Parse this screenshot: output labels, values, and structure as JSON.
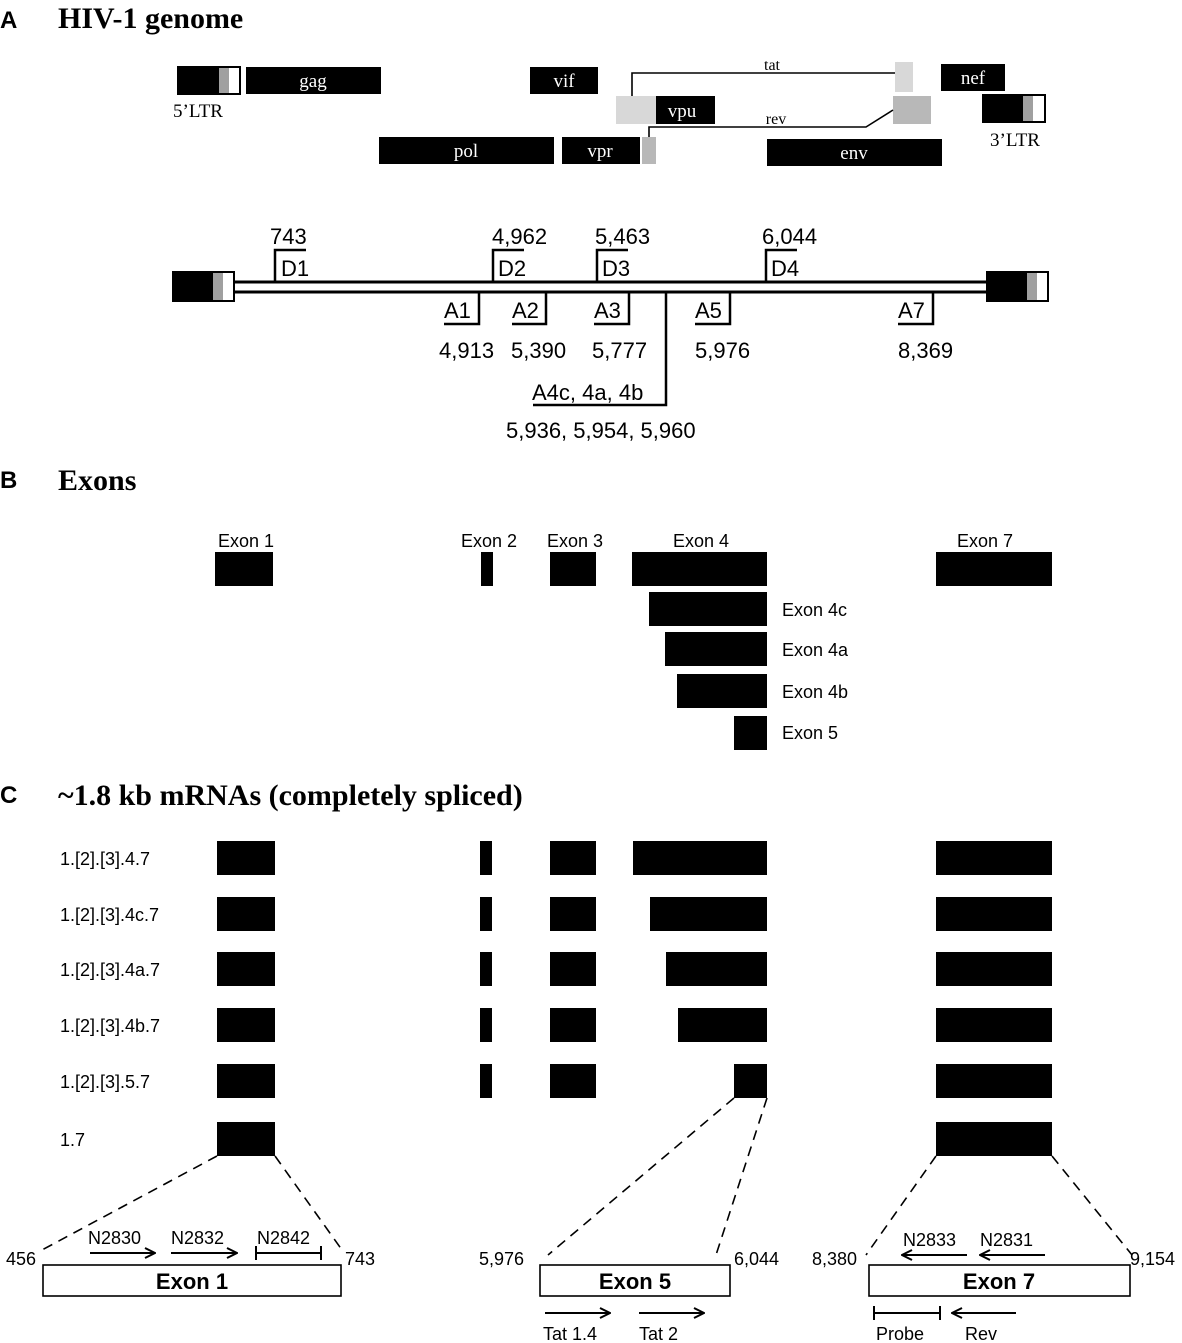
{
  "panel_a": {
    "letter": "A",
    "title": "HIV-1 genome",
    "genes": [
      "gag",
      "vif",
      "nef",
      "vpu",
      "pol",
      "vpr",
      "env"
    ],
    "ltr_5": "5’LTR",
    "ltr_3": "3’LTR",
    "tat": "tat",
    "rev": "rev",
    "donors": [
      {
        "label": "D1",
        "pos": "743"
      },
      {
        "label": "D2",
        "pos": "4,962"
      },
      {
        "label": "D3",
        "pos": "5,463"
      },
      {
        "label": "D4",
        "pos": "6,044"
      }
    ],
    "acceptors": [
      {
        "label": "A1",
        "pos": "4,913"
      },
      {
        "label": "A2",
        "pos": "5,390"
      },
      {
        "label": "A3",
        "pos": "5,777"
      },
      {
        "label": "A5",
        "pos": "5,976"
      },
      {
        "label": "A7",
        "pos": "8,369"
      }
    ],
    "a4_label": "A4c, 4a, 4b",
    "a4_pos": "5,936, 5,954, 5,960"
  },
  "panel_b": {
    "letter": "B",
    "title": "Exons",
    "exon_labels": [
      "Exon 1",
      "Exon 2",
      "Exon 3",
      "Exon 4",
      "Exon 7"
    ],
    "side_labels": [
      "Exon 4c",
      "Exon 4a",
      "Exon 4b",
      "Exon 5"
    ]
  },
  "panel_c": {
    "letter": "C",
    "title": "~1.8 kb mRNAs (completely spliced)",
    "rows": [
      "1.[2].[3].4.7",
      "1.[2].[3].4c.7",
      "1.[2].[3].4a.7",
      "1.[2].[3].4b.7",
      "1.[2].[3].5.7",
      "1.7"
    ],
    "zoom": [
      {
        "name": "Exon 1",
        "start": "456",
        "end": "743",
        "primers": [
          "N2830",
          "N2832",
          "N2842"
        ],
        "below": []
      },
      {
        "name": "Exon 5",
        "start": "5,976",
        "end": "6,044",
        "primers": [],
        "below": [
          "Tat 1.4",
          "Tat 2"
        ]
      },
      {
        "name": "Exon 7",
        "start": "8,380",
        "end": "9,154",
        "primers": [
          "N2833",
          "N2831"
        ],
        "below": [
          "Probe",
          "Rev"
        ]
      }
    ]
  }
}
